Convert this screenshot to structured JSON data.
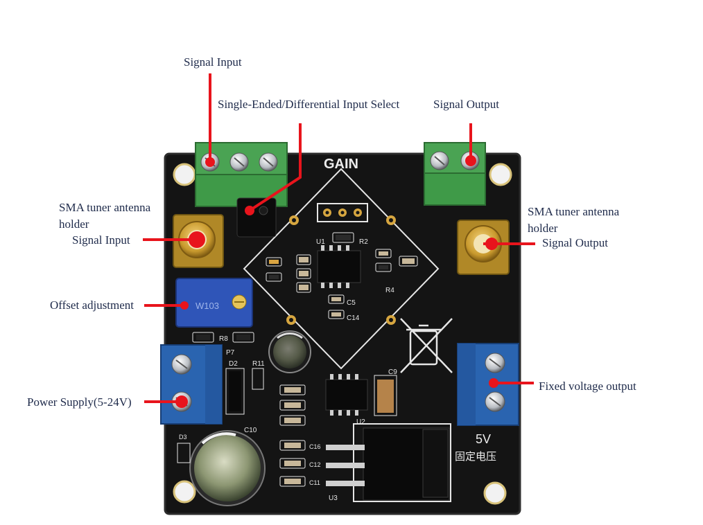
{
  "labels": {
    "signal_input_top": "Signal Input",
    "se_diff_select": "Single-Ended/Differential Input Select",
    "signal_output_top": "Signal Output",
    "sma_left": "SMA tuner antenna holder",
    "signal_input_left": "Signal Input",
    "sma_right": "SMA tuner antenna holder",
    "signal_output_right": "Signal Output",
    "offset_adjustment": "Offset adjustment",
    "power_supply": "Power Supply(5-24V)",
    "fixed_voltage_output": "Fixed voltage output"
  },
  "silkscreen": {
    "gain": "GAIN",
    "fixed_5v": "5V",
    "fixed_cn": "固定电压",
    "u1": "U1",
    "u2": "U2",
    "u3": "U3",
    "c5": "C5",
    "c14": "C14",
    "c10": "C10",
    "r2": "R2",
    "r4": "R4",
    "p7": "P7",
    "d2": "D2",
    "d3": "D3",
    "r8": "R8",
    "r11": "R11",
    "c9": "C9",
    "pot_code": "W103",
    "c12": "C12",
    "c11": "C11",
    "c16": "C16"
  },
  "colors": {
    "background": "#ffffff",
    "pcb": "#141414",
    "leader": "#e8141c",
    "label_text": "#1e2a4a",
    "terminal_green": "#3f9a48",
    "terminal_blue": "#2a64b0",
    "sma_gold": "#c99a2e",
    "trimmer_blue": "#2f55b8"
  }
}
